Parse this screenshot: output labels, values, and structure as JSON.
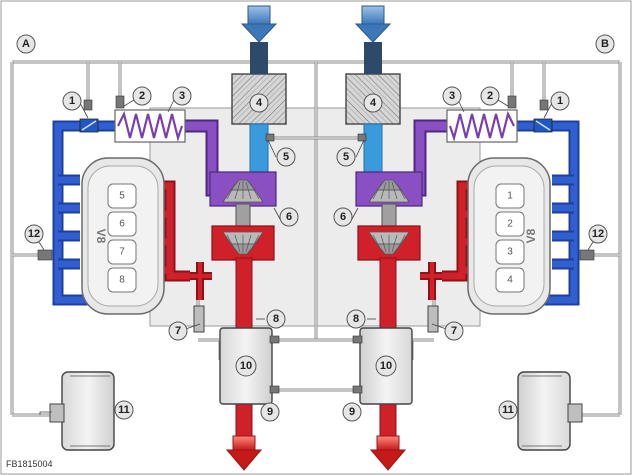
{
  "figure_id": "FB1815004",
  "sides": {
    "left": "A",
    "right": "B"
  },
  "engine_badge": "V8",
  "callouts": {
    "c1": "1",
    "c2": "2",
    "c3": "3",
    "c4": "4",
    "c5": "5",
    "c6": "6",
    "c7": "7",
    "c8": "8",
    "c9": "9",
    "c10": "10",
    "c11": "11",
    "c12": "12"
  },
  "cylinders": {
    "left": [
      "5",
      "6",
      "7",
      "8"
    ],
    "right": [
      "1",
      "2",
      "3",
      "4"
    ]
  },
  "colors": {
    "fresh_air": "#3a9bdc",
    "charge_air_cold": "#2350b5",
    "charge_air_hot": "#7a3fae",
    "exhaust": "#d0202a",
    "filter": "#cfcfcf",
    "wiring": "#8a8a8a",
    "panel": "#ececec"
  }
}
